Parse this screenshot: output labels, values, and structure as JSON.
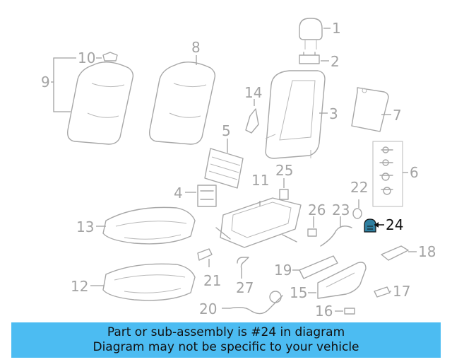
{
  "callouts": {
    "c1": "1",
    "c2": "2",
    "c3": "3",
    "c4": "4",
    "c5": "5",
    "c6": "6",
    "c7": "7",
    "c8": "8",
    "c9": "9",
    "c10": "10",
    "c11": "11",
    "c12": "12",
    "c13": "13",
    "c14": "14",
    "c15": "15",
    "c16": "16",
    "c17": "17",
    "c18": "18",
    "c19": "19",
    "c20": "20",
    "c21": "21",
    "c22": "22",
    "c23": "23",
    "c24": "24",
    "c25": "25",
    "c26": "26",
    "c27": "27"
  },
  "highlight": {
    "part": "24",
    "color": "#2f7fa0"
  },
  "banner": {
    "line1": "Part or sub-assembly is #24 in diagram",
    "line2": "Diagram may not be specific to your vehicle",
    "background": "#4cbcf2"
  }
}
